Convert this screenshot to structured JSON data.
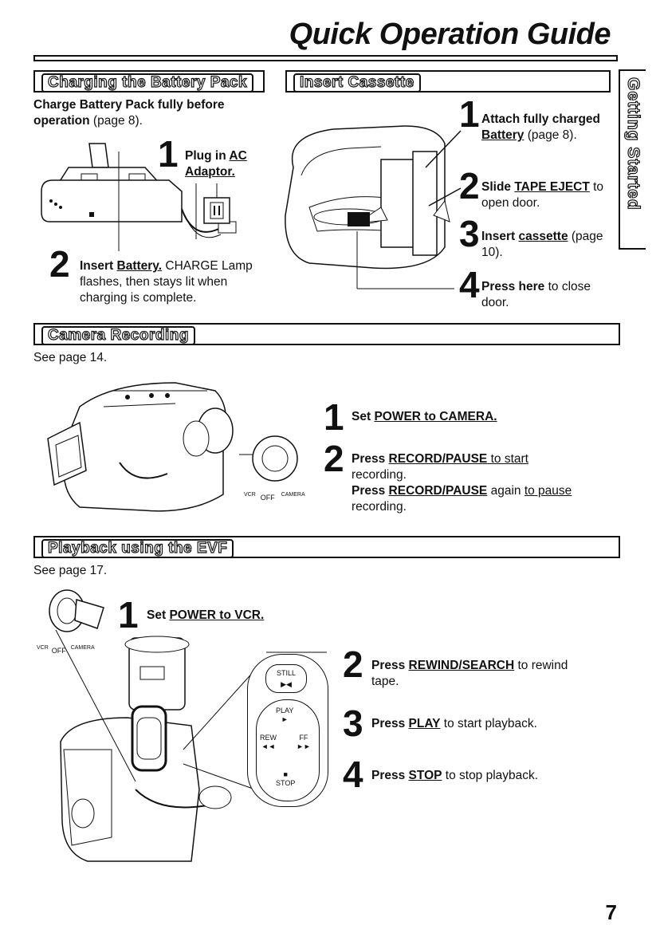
{
  "page": {
    "title": "Quick Operation Guide",
    "side_tab": "Getting Started",
    "page_number": "7"
  },
  "battery": {
    "header": "Charging the Battery Pack",
    "intro_bold": "Charge Battery Pack fully before operation",
    "intro_rest": " (page 8).",
    "step1_num": "1",
    "step1_a": "Plug in ",
    "step1_b": "AC Adaptor.",
    "step2_num": "2",
    "step2_a": "Insert ",
    "step2_b": "Battery.",
    "step2_c": " CHARGE Lamp flashes, then stays lit when charging is complete."
  },
  "cassette": {
    "header": "Insert Cassette",
    "step1_num": "1",
    "step1_a": "Attach fully charged ",
    "step1_b": "Battery",
    "step1_c": " (page 8).",
    "step2_num": "2",
    "step2_a": "Slide ",
    "step2_b": "TAPE EJECT",
    "step2_c": " to open door.",
    "step3_num": "3",
    "step3_a": "Insert ",
    "step3_b": "cassette",
    "step3_c": " (page 10).",
    "step4_num": "4",
    "step4_a": "Press here",
    "step4_b": " to close door."
  },
  "recording": {
    "header": "Camera Recording",
    "see": "See page 14.",
    "step1_num": "1",
    "step1_a": "Set ",
    "step1_b": "POWER to CAMERA.",
    "step2_num": "2",
    "step2_a": "Press ",
    "step2_b": "RECORD/PAUSE",
    "step2_c": " to start",
    "step2_d": " recording.",
    "step2_e": "Press ",
    "step2_f": "RECORD/PAUSE",
    "step2_g": " again ",
    "step2_h": "to pause",
    "step2_i": " recording.",
    "switch_vcr": "VCR",
    "switch_off": "OFF",
    "switch_camera": "CAMERA"
  },
  "playback": {
    "header": "Playback using the EVF",
    "see": "See page 17.",
    "step1_num": "1",
    "step1_a": "Set ",
    "step1_b": "POWER to VCR.",
    "step2_num": "2",
    "step2_a": "Press ",
    "step2_b": "REWIND/SEARCH",
    "step2_c": " to rewind tape.",
    "step3_num": "3",
    "step3_a": "Press ",
    "step3_b": "PLAY",
    "step3_c": " to start playback.",
    "step4_num": "4",
    "step4_a": "Press ",
    "step4_b": "STOP",
    "step4_c": " to stop playback.",
    "switch_vcr": "VCR",
    "switch_off": "OFF",
    "switch_camera": "CAMERA",
    "btn_still": "STILL",
    "btn_play": "PLAY",
    "btn_rew": "REW",
    "btn_ff": "FF",
    "btn_stop": "STOP"
  }
}
